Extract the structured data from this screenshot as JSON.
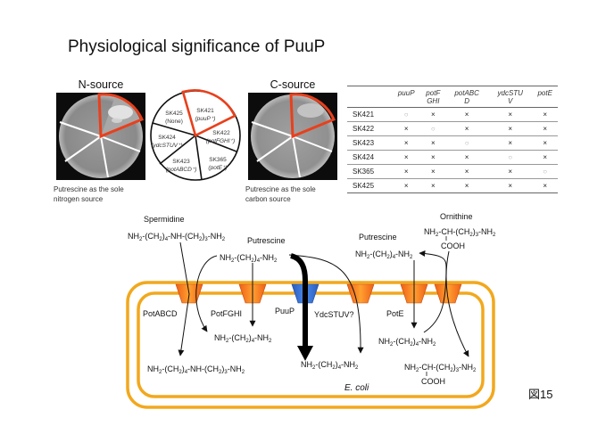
{
  "title": "Physiological significance of PuuP",
  "figure_label": "図15",
  "n_source": {
    "heading": "N-source",
    "caption_line1": "Putrescine as the sole",
    "caption_line2": "nitrogen source"
  },
  "c_source": {
    "heading": "C-source",
    "caption_line1": "Putrescine as the sole",
    "caption_line2": "carbon source"
  },
  "plate_key": {
    "sectors": [
      {
        "strain": "SK421",
        "gene": "(puuP⁺)",
        "highlight": true
      },
      {
        "strain": "SK422",
        "gene": "(potFGHI⁺)",
        "highlight": false
      },
      {
        "strain": "SK365",
        "gene": "(potE⁺)",
        "highlight": false
      },
      {
        "strain": "SK423",
        "gene": "(potABCD⁺)",
        "highlight": false
      },
      {
        "strain": "SK424",
        "gene": "(ydcSTUV⁺)",
        "highlight": false
      },
      {
        "strain": "SK425",
        "gene": "(None)",
        "highlight": false
      }
    ],
    "highlight_color": "#e8401c"
  },
  "table": {
    "headers": [
      {
        "line1": "puuP",
        "line2": ""
      },
      {
        "line1": "potF",
        "line2": "GHI"
      },
      {
        "line1": "potABC",
        "line2": "D"
      },
      {
        "line1": "ydcSTU",
        "line2": "V"
      },
      {
        "line1": "potE",
        "line2": ""
      }
    ],
    "rows": [
      {
        "strain": "SK421",
        "cells": [
          "○",
          "×",
          "×",
          "×",
          "×"
        ]
      },
      {
        "strain": "SK422",
        "cells": [
          "×",
          "○",
          "×",
          "×",
          "×"
        ]
      },
      {
        "strain": "SK423",
        "cells": [
          "×",
          "×",
          "○",
          "×",
          "×"
        ]
      },
      {
        "strain": "SK424",
        "cells": [
          "×",
          "×",
          "×",
          "○",
          "×"
        ]
      },
      {
        "strain": "SK365",
        "cells": [
          "×",
          "×",
          "×",
          "×",
          "○"
        ]
      },
      {
        "strain": "SK425",
        "cells": [
          "×",
          "×",
          "×",
          "×",
          "×"
        ]
      }
    ]
  },
  "diagram": {
    "spermidine_label": "Spermidine",
    "putrescine_label_1": "Putrescine",
    "putrescine_label_2": "Putrescine",
    "ornithine_label": "Ornithine",
    "cell_label": "E. coli",
    "transporters": [
      {
        "name": "PotABCD",
        "color": "orange"
      },
      {
        "name": "PotFGHI",
        "color": "orange"
      },
      {
        "name": "PuuP",
        "color": "blue"
      },
      {
        "name": "YdcSTUV?",
        "color": "orange"
      },
      {
        "name": "PotE",
        "color": "orange"
      },
      {
        "name": "",
        "color": "orange"
      }
    ],
    "colors": {
      "membrane": "#f2a81d",
      "transporter_orange": "#f47a1c",
      "transporter_blue": "#2f6fd0"
    }
  }
}
